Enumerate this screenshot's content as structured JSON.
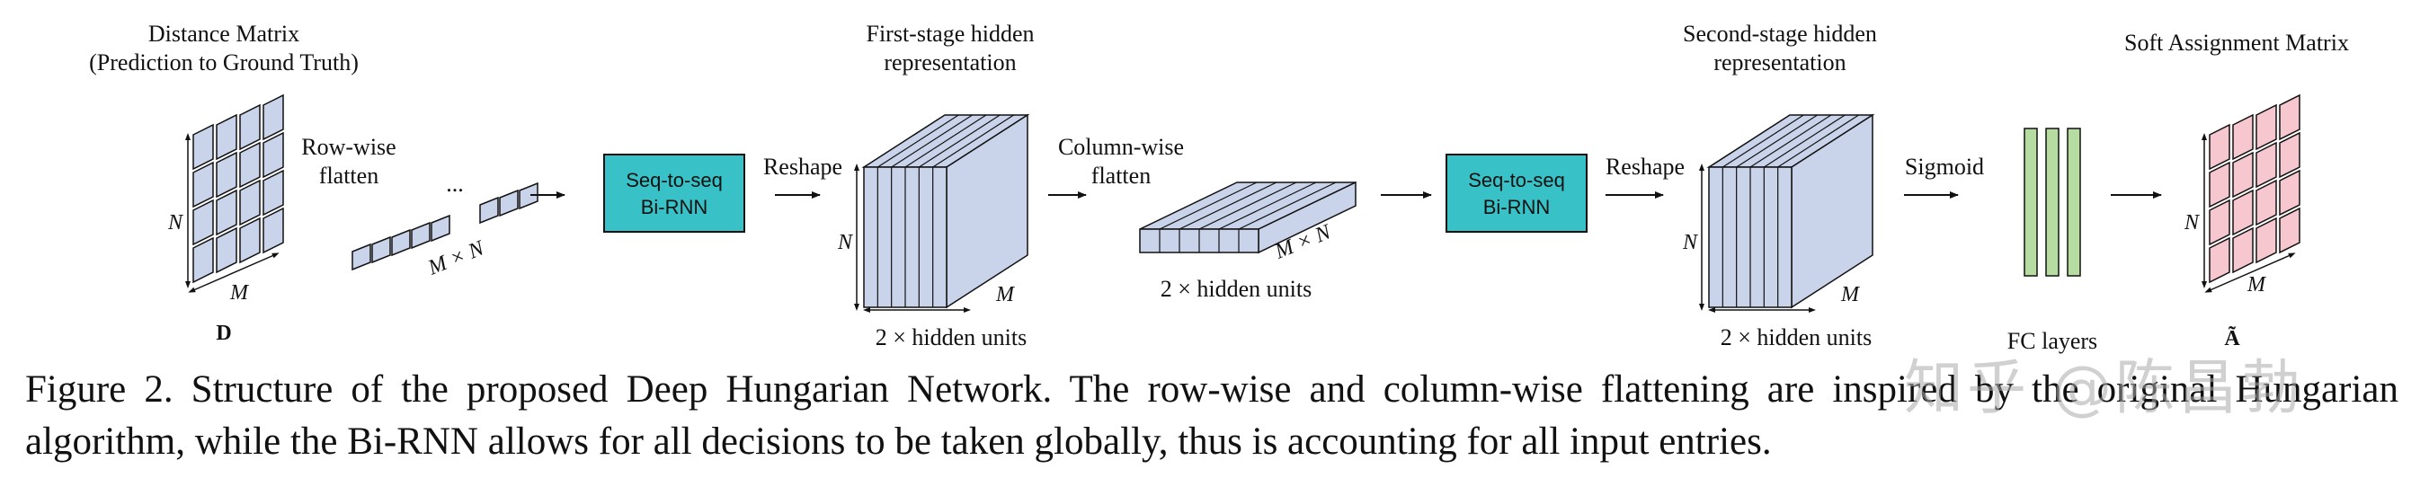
{
  "diagram": {
    "distance_matrix": {
      "title_line1": "Distance Matrix",
      "title_line2": "(Prediction to Ground Truth)",
      "dim_n": "N",
      "dim_m": "M",
      "symbol": "D"
    },
    "row_flatten": {
      "label_line1": "Row-wise",
      "label_line2": "flatten",
      "dots": "...",
      "dim": "M × N"
    },
    "seq2seq_1": {
      "line1": "Seq-to-seq",
      "line2": "Bi-RNN"
    },
    "reshape_1": "Reshape",
    "first_stage": {
      "title_line1": "First-stage hidden",
      "title_line2": "representation",
      "dim_n": "N",
      "dim_m": "M",
      "units": "2 × hidden units"
    },
    "col_flatten": {
      "label_line1": "Column-wise",
      "label_line2": "flatten",
      "dim": "M × N",
      "units": "2 × hidden units"
    },
    "seq2seq_2": {
      "line1": "Seq-to-seq",
      "line2": "Bi-RNN"
    },
    "reshape_2": "Reshape",
    "second_stage": {
      "title_line1": "Second-stage hidden",
      "title_line2": "representation",
      "dim_n": "N",
      "dim_m": "M",
      "units": "2 × hidden units"
    },
    "sigmoid": "Sigmoid",
    "fc": {
      "label": "FC layers"
    },
    "soft_assignment": {
      "title": "Soft Assignment Matrix",
      "dim_n": "N",
      "dim_m": "M",
      "symbol": "Ã"
    },
    "colors": {
      "matrix_blue": "#c9d3ea",
      "matrix_pink": "#f6c7cf",
      "teal": "#38c1c6",
      "fc_green": "#b6dca2"
    }
  },
  "caption": {
    "text": "Figure 2. Structure of the proposed Deep Hungarian Network.  The row-wise and column-wise flattening are inspired by the original Hungarian algorithm, while the Bi-RNN allows for all decisions to be taken globally, thus is accounting for all input entries."
  },
  "watermark": "知乎 @陈昌勃"
}
